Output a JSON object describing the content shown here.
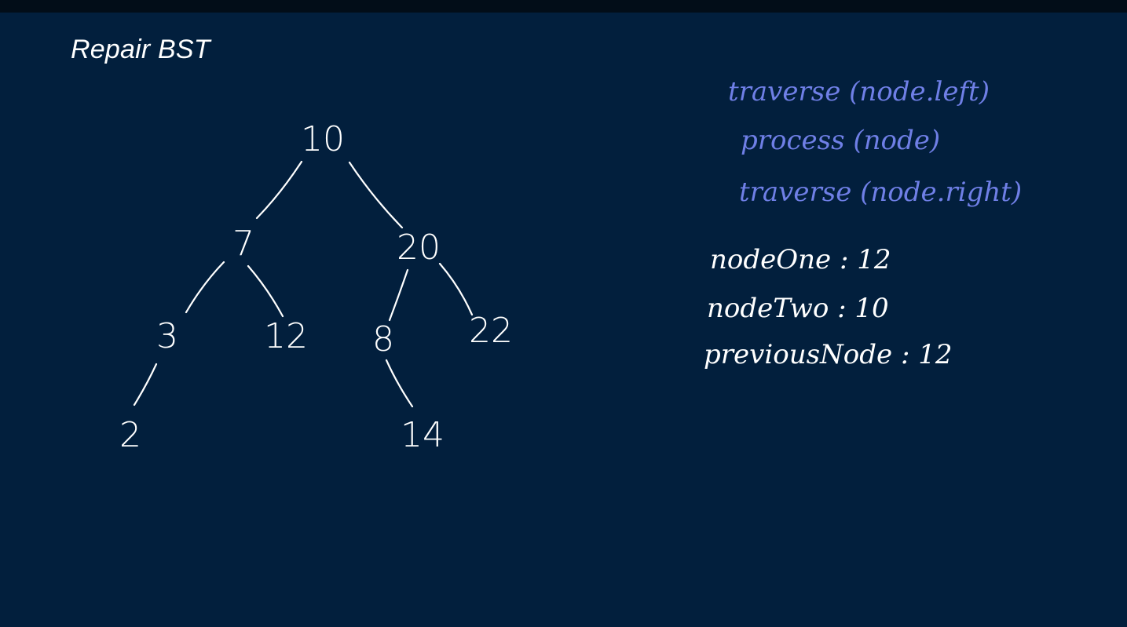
{
  "title": "Repair BST",
  "tree": {
    "nodes": [
      {
        "id": "n10",
        "label": "10"
      },
      {
        "id": "n7",
        "label": "7"
      },
      {
        "id": "n20",
        "label": "20"
      },
      {
        "id": "n3",
        "label": "3"
      },
      {
        "id": "n12",
        "label": "12"
      },
      {
        "id": "n8",
        "label": "8"
      },
      {
        "id": "n22",
        "label": "22"
      },
      {
        "id": "n2",
        "label": "2"
      },
      {
        "id": "n14",
        "label": "14"
      }
    ],
    "edges": [
      {
        "from": "n10",
        "to": "n7"
      },
      {
        "from": "n10",
        "to": "n20"
      },
      {
        "from": "n7",
        "to": "n3"
      },
      {
        "from": "n7",
        "to": "n12"
      },
      {
        "from": "n20",
        "to": "n8"
      },
      {
        "from": "n20",
        "to": "n22"
      },
      {
        "from": "n3",
        "to": "n2"
      },
      {
        "from": "n8",
        "to": "n14"
      }
    ]
  },
  "traversal": {
    "left": "traverse (node.left)",
    "process": "process (node)",
    "right": "traverse (node.right)"
  },
  "variables": {
    "node_one": "nodeOne : 12",
    "node_two": "nodeTwo : 10",
    "previous_node": "previousNode : 12"
  },
  "colors": {
    "background": "#021f3d",
    "ink": "#ffffff",
    "code_ink": "#6f7fe6"
  }
}
